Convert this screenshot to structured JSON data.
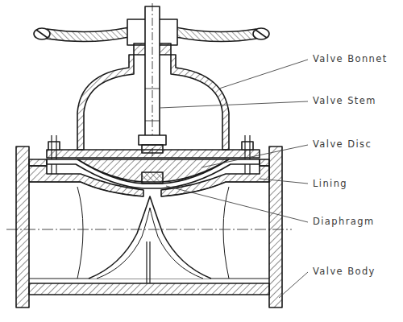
{
  "diagram": {
    "labels": [
      "Valve Bonnet",
      "Valve Stem",
      "Valve Disc",
      "Lining",
      "Diaphragm",
      "Valve Body"
    ]
  }
}
